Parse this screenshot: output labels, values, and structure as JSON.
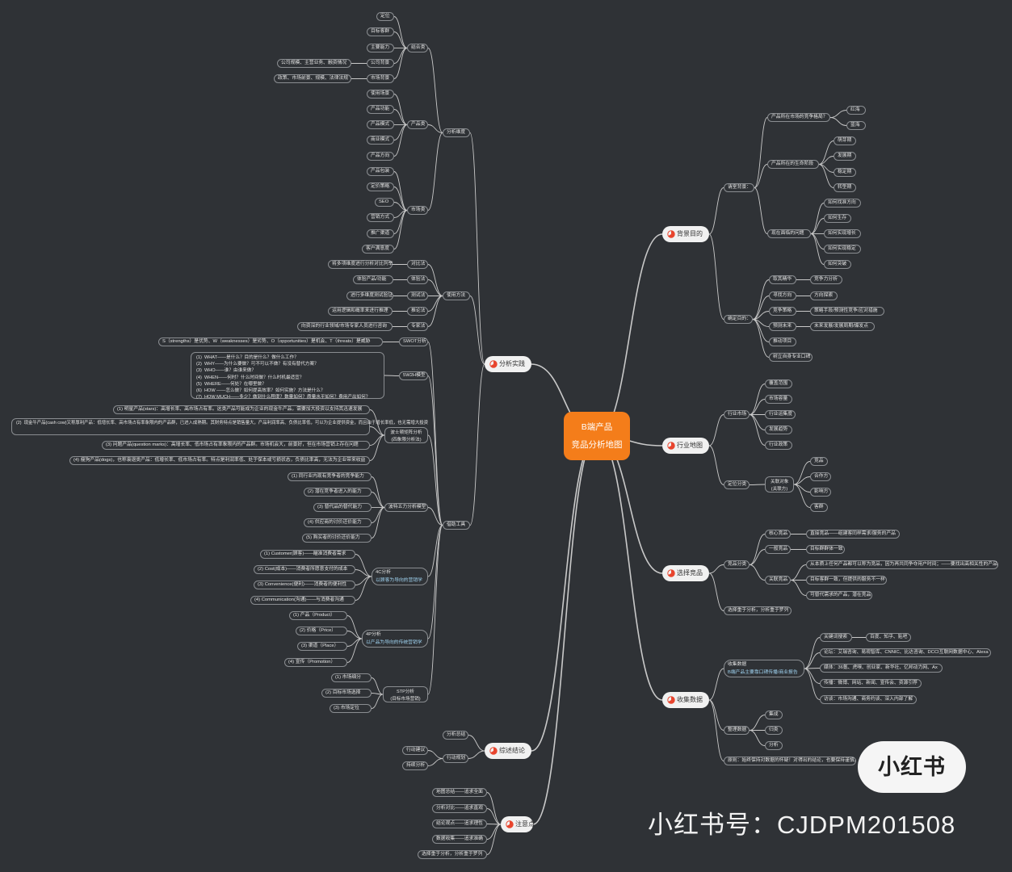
{
  "center": {
    "line1": "B端产品",
    "line2": "竞品分析地图"
  },
  "colors": {
    "background": "#2f3236",
    "center": "#f47d1a",
    "branch_icon": "#e8452e",
    "line": "#c9c9c9",
    "sub_text": "#9fd2f0"
  },
  "icon": "pie-chart-icon",
  "right": [
    {
      "label": "背景目的",
      "children": [
        {
          "label": "请室背景：",
          "children": [
            {
              "label": "产品所在市场的竞争格局？",
              "children": [
                {
                  "label": "红海"
                },
                {
                  "label": "蓝海"
                }
              ]
            },
            {
              "label": "产品所在的生命阶段",
              "children": [
                {
                  "label": "萌芽期"
                },
                {
                  "label": "发展期"
                },
                {
                  "label": "稳定期"
                },
                {
                  "label": "转型期"
                }
              ]
            },
            {
              "label": "现在面临的问题",
              "children": [
                {
                  "label": "如何找准方向"
                },
                {
                  "label": "如何生存"
                },
                {
                  "label": "如何实现增长"
                },
                {
                  "label": "如何实现稳定"
                },
                {
                  "label": "如何突破"
                }
              ]
            }
          ]
        },
        {
          "label": "确定目的：",
          "children": [
            {
              "label": "取其精华",
              "children": [
                {
                  "label": "竞争力分析"
                }
              ]
            },
            {
              "label": "寻找方向",
              "children": [
                {
                  "label": "方向探索"
                }
              ]
            },
            {
              "label": "竞争策略",
              "children": [
                {
                  "label": "策略手段/预测性竞争/应对措施"
                }
              ]
            },
            {
              "label": "预测未来",
              "children": [
                {
                  "label": "未来发展/发展周期/爆发点"
                }
              ]
            },
            {
              "label": "推动项目"
            },
            {
              "label": "树立自身专业口碑"
            }
          ]
        }
      ]
    },
    {
      "label": "行业地图",
      "children": [
        {
          "label": "行业市场",
          "children": [
            {
              "label": "覆盖范围"
            },
            {
              "label": "市场容量"
            },
            {
              "label": "行业运集度"
            },
            {
              "label": "发展趋势"
            },
            {
              "label": "行业政策"
            }
          ]
        },
        {
          "label": "定位分类",
          "children": [
            {
              "label": "关联对象\n(关联方)",
              "children": [
                {
                  "label": "竞品"
                },
                {
                  "label": "合作方"
                },
                {
                  "label": "影响方"
                },
                {
                  "label": "客群"
                }
              ]
            }
          ]
        }
      ]
    },
    {
      "label": "选择竞品",
      "children": [
        {
          "label": "竞品分类",
          "children": [
            {
              "label": "核心竞品",
              "children": [
                {
                  "label": "直接竞品——组建客同样需求/服务的产品"
                }
              ]
            },
            {
              "label": "一般竞品",
              "children": [
                {
                  "label": "目标群群体一致"
                }
              ]
            },
            {
              "label": "关联竞品",
              "children": [
                {
                  "label": "从本质上任何产品都可以称为竞品，因为再共同争夺用户时间；——要找出高相关性的产品"
                },
                {
                  "label": "目标客群一致，但提供的服务不一样"
                },
                {
                  "label": "可替代需求的产品，潜在竞品"
                }
              ]
            }
          ]
        },
        {
          "label": "选择重于分析，分析重于罗列"
        }
      ]
    },
    {
      "label": "收集数据",
      "children": [
        {
          "label": "收集数据",
          "sub": "B端产品主要靠口碑传播/商业报告",
          "children": [
            {
              "label": "关键词搜索",
              "children": [
                {
                  "label": "百度、知乎、贴吧"
                }
              ]
            },
            {
              "label": "论坛：艾瑞咨询、易观智库、CNNIC、比达咨询、DCCI互联网数据中心、Alexa"
            },
            {
              "label": "媒体：36氪、虎嗅、创业家、新华社、亿邦动力网、Ax"
            },
            {
              "label": "传播：微博、网站、新闻、宣传会、资源引荐"
            },
            {
              "label": "访谈：市场沟通、商务约谈、深入内部了解"
            }
          ]
        },
        {
          "label": "整理数据",
          "children": [
            {
              "label": "集成"
            },
            {
              "label": "归类"
            },
            {
              "label": "分析"
            }
          ]
        },
        {
          "label": "原则：始终保持对数据的怀疑！对得出的结论，也要保持谨慎。"
        }
      ]
    }
  ],
  "left": [
    {
      "label": "分析实践",
      "children": [
        {
          "label": "分析维度",
          "children": [
            {
              "label": "结合类",
              "children": [
                {
                  "label": "定位"
                },
                {
                  "label": "目标客群"
                },
                {
                  "label": "主要能力"
                },
                {
                  "label": "公司背景",
                  "children": [
                    {
                      "label": "公司规模、主营业务、融资情况"
                    }
                  ]
                },
                {
                  "label": "市场背景",
                  "children": [
                    {
                      "label": "政策、市场前景、规模、法律法规"
                    }
                  ]
                }
              ]
            },
            {
              "label": "产品类",
              "children": [
                {
                  "label": "使用场景"
                },
                {
                  "label": "产品功能"
                },
                {
                  "label": "产品模式"
                },
                {
                  "label": "商业模式"
                },
                {
                  "label": "产品方向"
                }
              ]
            },
            {
              "label": "市场类",
              "children": [
                {
                  "label": "产品包装"
                },
                {
                  "label": "定价策略"
                },
                {
                  "label": "SEO"
                },
                {
                  "label": "营销方式"
                },
                {
                  "label": "推广渠道"
                },
                {
                  "label": "客户满意度"
                }
              ]
            }
          ]
        },
        {
          "label": "使用方法",
          "children": [
            {
              "label": "对比法",
              "children": [
                {
                  "label": "将多项维度进行分析对比列举"
                }
              ]
            },
            {
              "label": "体验法",
              "children": [
                {
                  "label": "体验产品/功能"
                }
              ]
            },
            {
              "label": "测试法",
              "children": [
                {
                  "label": "进行多维度测试验证"
                }
              ]
            },
            {
              "label": "推论法",
              "children": [
                {
                  "label": "运用逻辑和概率来进行推理"
                }
              ]
            },
            {
              "label": "专家法",
              "children": [
                {
                  "label": "向资深的行业领域/市场专家人员进行咨询"
                }
              ]
            }
          ]
        },
        {
          "label": "借助工具",
          "children": [
            {
              "label": "SWOT分析",
              "children": [
                {
                  "label": "S（strengths）是优势、W（weaknesses）是劣势、O（opportunities）是机会、T（threats）是威胁"
                }
              ]
            },
            {
              "label": "5W2H模型",
              "children": [
                {
                  "label": "(1)  WHAT——是什么？目的是什么？做什么工作？\n(2)  WHY——为什么要做？可不可以不做？有没有替代方案？\n(3)  WHO——谁？由谁来做？\n(4)  WHEN——何时？什么时间做？什么时机最适宜？\n(5)  WHERE——何处？在哪里做？\n(6)  HOW ——怎么做？如何提高效率？如何实施？方法是什么？\n(7)  HOW MUCH——多少？做到什么程度？数量如何？质量水平如何？费用产出如何？"
                }
              ]
            },
            {
              "label": "波士顿矩阵分析\n(四象限分析法)",
              "children": [
                {
                  "label": "(1)  明星产品(stars)：高增长率、高市场占有率。这类产品可能成为企业的现金牛产品，需要加大投资以支持其迅速发展"
                },
                {
                  "label": "(2)  现金牛产品(cash cow)又称厚利产品：低增长率、高市场占有率象限内的产品群，已进入成熟期。其财务特点是销售量大，产品利润率高、负债比率低，可以为企业提供资金，而且由于增长率低，也无需增大投资"
                },
                {
                  "label": "(3)  问题产品(question marks)：高增长率、低市场占有率象限内的产品群。市场机会大，前景好，但在市场营销上存在问题"
                },
                {
                  "label": "(4)  瘦狗产品(dogs)，也称衰退类产品：低增长率、低市场占有率。特点是利润率低、处于保本或亏损状态，负债比率高，无法为企业带来收益"
                }
              ]
            },
            {
              "label": "波特五力分析模型",
              "children": [
                {
                  "label": "(1)  同行业内现有竞争者的竞争能力"
                },
                {
                  "label": "(2)  潜在竞争者进入的能力"
                },
                {
                  "label": "(3)  替代品的替代能力"
                },
                {
                  "label": "(4)  供应商的讨价还价能力"
                },
                {
                  "label": "(5)  购买者的讨价还价能力"
                }
              ]
            },
            {
              "label": "4C分析",
              "sub": "以顾客为导向的营销学",
              "children": [
                {
                  "label": "(1)  Customer(顾客)——瞄准消费者需求"
                },
                {
                  "label": "(2)  Cost(成本)——消费者所愿意支付的成本"
                },
                {
                  "label": "(3)  Convenience(便利)——消费者的便利性"
                },
                {
                  "label": "(4)  Communication(沟通)——与消费者沟通"
                }
              ]
            },
            {
              "label": "4P分析",
              "sub": "以产品为导向的传统营销学",
              "children": [
                {
                  "label": "(1)  产品（Product）"
                },
                {
                  "label": "(2)  价格（Price）"
                },
                {
                  "label": "(3)  渠道（Place）"
                },
                {
                  "label": "(4)  宣传（Promotion）"
                }
              ]
            },
            {
              "label": "STP分析\n(目标市场营销)",
              "children": [
                {
                  "label": "(1)  市场细分"
                },
                {
                  "label": "(2)  目标市场选择"
                },
                {
                  "label": "(3)  市场定位"
                }
              ]
            }
          ]
        }
      ]
    },
    {
      "label": "综述结论",
      "children": [
        {
          "label": "分析总结"
        },
        {
          "label": "行动规划",
          "children": [
            {
              "label": "行动建议"
            },
            {
              "label": "持续分析"
            }
          ]
        }
      ]
    },
    {
      "label": "注意点",
      "children": [
        {
          "label": "地图总结——追求全面"
        },
        {
          "label": "分析对比——追求直观"
        },
        {
          "label": "结论观点——追求理性"
        },
        {
          "label": "数据收集——追求准确"
        },
        {
          "label": "选择重于分析，分析重于罗列"
        }
      ]
    }
  ],
  "watermark": {
    "logo": "小红书",
    "account": "小红书号：CJDPM201508"
  }
}
